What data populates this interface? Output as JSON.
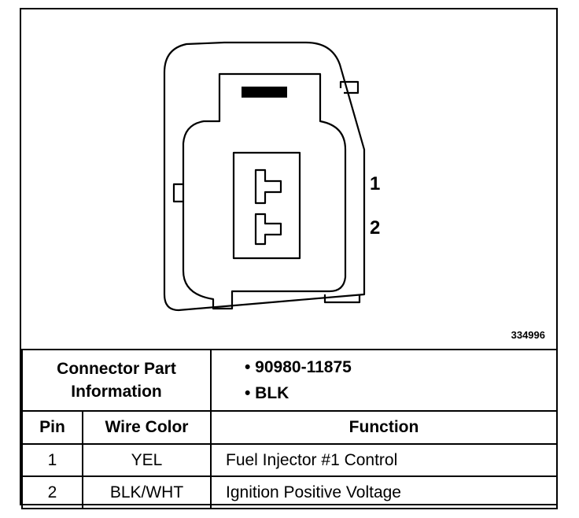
{
  "figure_number": "334996",
  "pins_drawn": [
    "1",
    "2"
  ],
  "connector": {
    "label_line1": "Connector Part",
    "label_line2": "Information",
    "values": [
      "• 90980-11875",
      "• BLK"
    ]
  },
  "table": {
    "headers": [
      "Pin",
      "Wire Color",
      "Function"
    ],
    "rows": [
      {
        "pin": "1",
        "wire_color": "YEL",
        "function": "Fuel Injector #1 Control"
      },
      {
        "pin": "2",
        "wire_color": "BLK/WHT",
        "function": "Ignition Positive Voltage"
      }
    ]
  }
}
